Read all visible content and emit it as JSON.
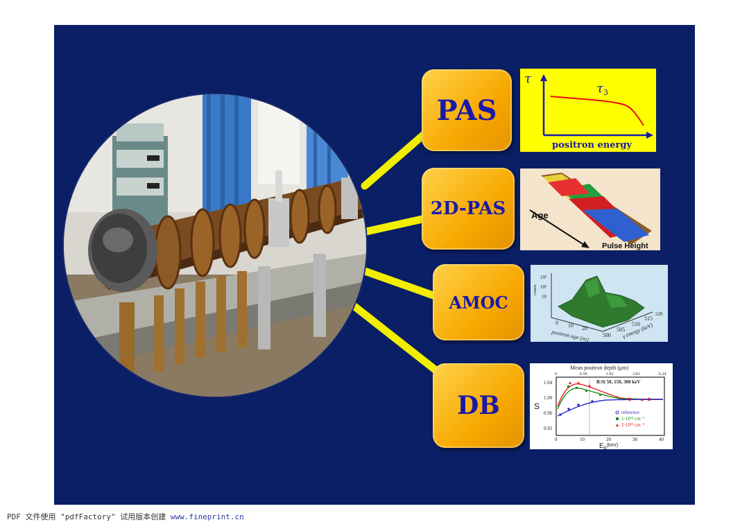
{
  "tiles": {
    "pas": "PAS",
    "pas2d": "2D-PAS",
    "amoc": "AMOC",
    "db": "DB"
  },
  "pas_plot": {
    "y_symbol": "τ",
    "curve_label": "τ",
    "curve_subscript": "3",
    "xlabel": "positron energy"
  },
  "pas2d_plot": {
    "age_label": "Age",
    "pulse_label": "Pulse Height"
  },
  "amoc_plot": {
    "x_ticks": [
      "0",
      "10",
      "20"
    ],
    "x_label": "positron age (ns)",
    "y_ticks": [
      "500",
      "505",
      "510",
      "515",
      "520"
    ],
    "y_label": "γ energy (keV)",
    "z_label": "counts",
    "z_ticks": [
      "10³",
      "10²",
      "10"
    ]
  },
  "db_plot": {
    "top_title": "Mean positron depth (μm)",
    "top_ticks": [
      "0",
      "0.59",
      "1.92",
      "3.83",
      "6.24"
    ],
    "annotation": "B:Si  50, 150, 300 keV",
    "ylabel": "S",
    "y_ticks": [
      "1.04",
      "1.00",
      "0.96",
      "0.92"
    ],
    "x_ticks": [
      "0",
      "10",
      "20",
      "30",
      "40"
    ],
    "xlabel": "E",
    "xlabel_sub": "p",
    "xlabel_unit": "(keV)",
    "legend": [
      {
        "label": "reference",
        "color": "#2a2ad0"
      },
      {
        "label": "1·10¹⁴ cm⁻²",
        "color": "#1a8a1a"
      },
      {
        "label": "2·10¹⁶ cm⁻²",
        "color": "#e01a1a"
      }
    ]
  },
  "footer": {
    "text": "PDF 文件使用 \"pdfFactory\" 试用版本创建 ",
    "url": "www.fineprint.cn"
  },
  "colors": {
    "slide_bg": "#0b1f66",
    "tile_fill": "#f7a800",
    "tile_text": "#1a1aa8",
    "connector": "#f2ee00"
  }
}
